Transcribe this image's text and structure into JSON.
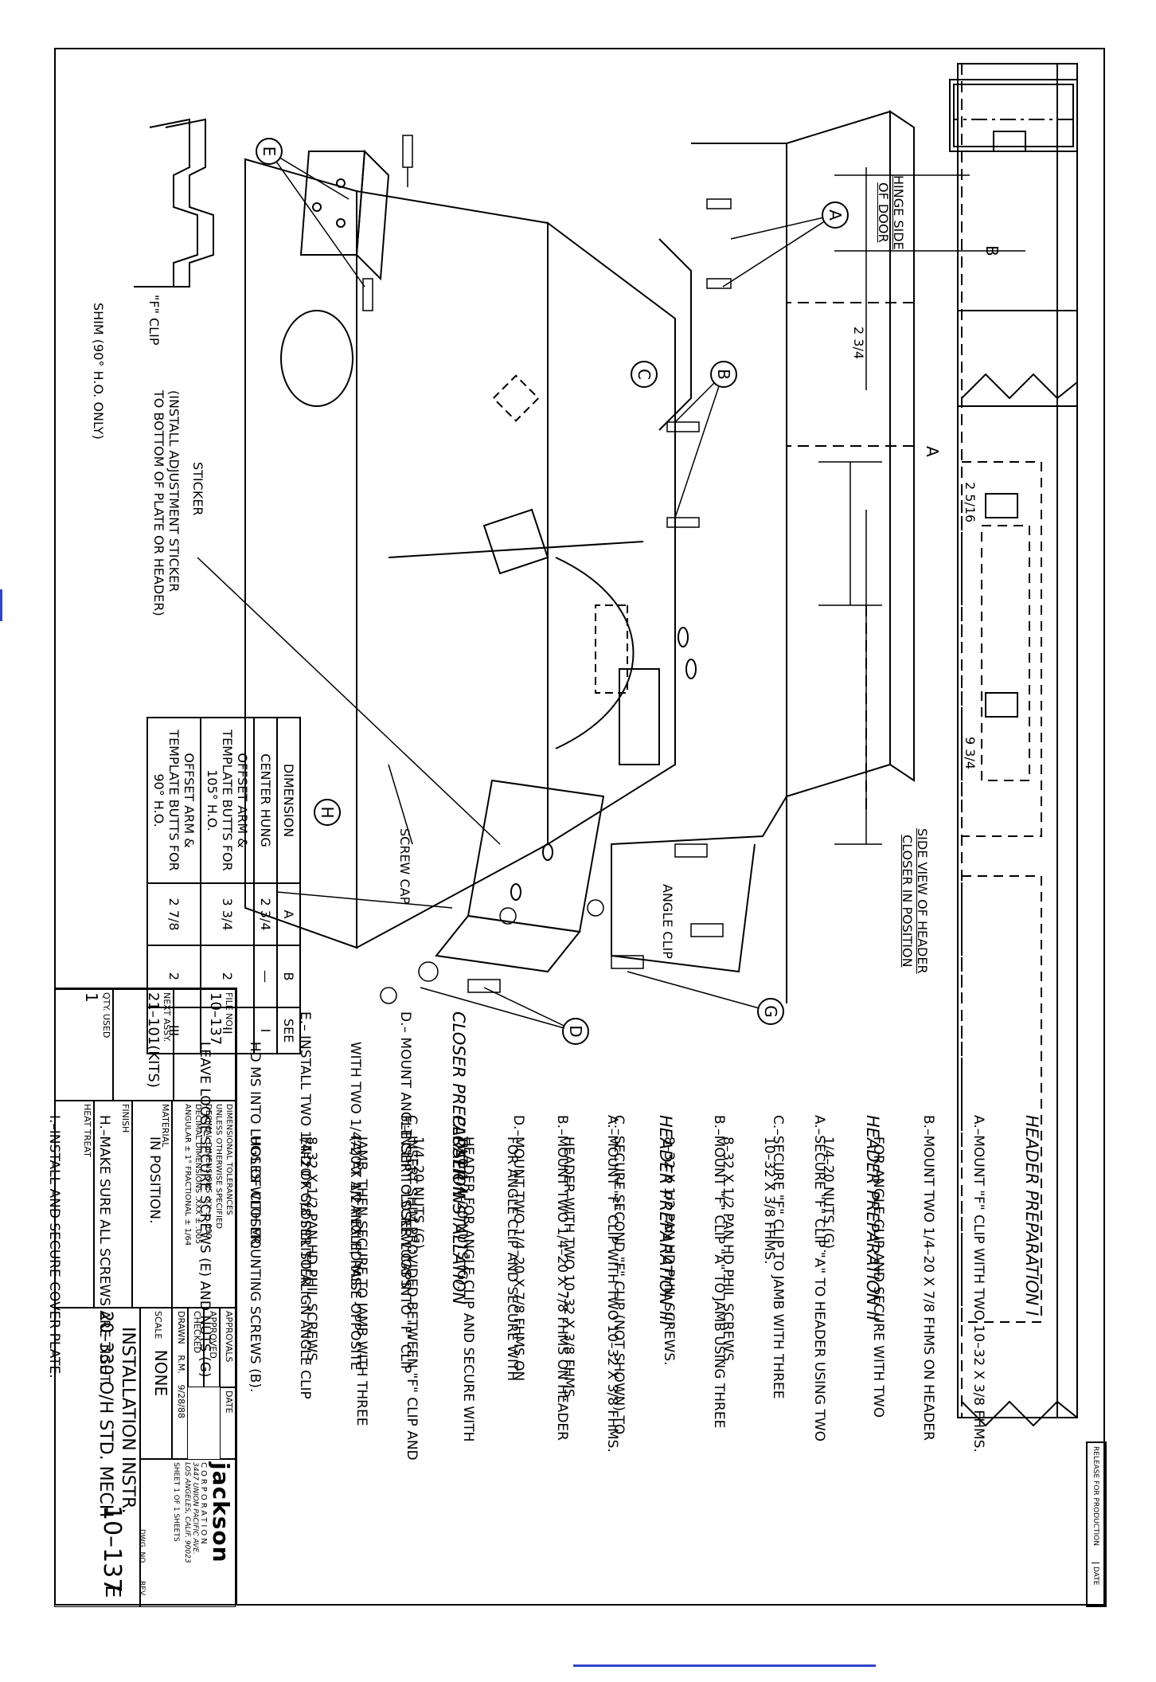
{
  "header_prep_I": {
    "title": "HEADER PREPARATION I",
    "steps": [
      "A.–MOUNT \"F\" CLIP WITH TWO 10–32 X 3/8 FHMS.",
      "B.–MOUNT TWO 1/4–20 X 7/8 FHMS ON HEADER",
      "     FOR ANGLE CLIP AND SECURE WITH TWO",
      "     1/4–20 NUTS (G).",
      "C.–SECURE \"F\" CLIP TO JAMB WITH THREE",
      "     8–32 X 1/2 PAN HD PHIL SCREWS."
    ]
  },
  "header_prep_II": {
    "title": "HEADER PREPARATION II",
    "steps": [
      "A.–SECURE \"F\" CLIP \"A\" TO HEADER USING TWO",
      "     10–32 X 3/8 FHMS.",
      "B.–MOUNT \"F\" CLIP \"A\" TO JAMB USING THREE",
      "     8–32 X 1/2 PAN HD PHIL SCREWS.",
      "C.–SECURE SECOND \"F\" CLIP (NOT SHOWN) TO",
      "     HEADER WITH TWO 10–32 X 3/8 FHMS.",
      "D.–MOUNT TWO 1/4–20 X 7/8 FHMS ON",
      "     HEADER FOR ANGLE CLIP AND SECURE WITH",
      "     1/4–20 NUTS (G)."
    ]
  },
  "header_prep_III": {
    "title": "HEADER PREPARATION III",
    "steps": [
      "A.–MOUNT \"F\" CLIP WITH TWO 10–32 X 3/8 FHMS.",
      "B.–MOUNT TWO 1/4–20 X 7/8 FHMS ON HEADER",
      "     FOR ANGLE CLIP AND SECURE WITH",
      "     TWO 1/4–20 NUTS (G).",
      "C.–INSERT SHIM PROVIDED BETWEEN \"F\" CLIP AND",
      "     JAMB, THEN SECURE TO JAMB WITH THREE",
      "     8–32 X 1/2 PAN HD PHIL SCREWS."
    ]
  },
  "closer_prep": {
    "title": "CLOSER PREPARATION",
    "steps": [
      "D.– MOUNT ANGLE CLIP TO SCREW CAPS",
      "       WITH TWO 1/4–20 X 1/2 HEX HD MS.",
      "E.– INSTALL TWO 1/4–20 X 5/8 FILLISTER",
      "       HD MS INTO LUGS OF CLOSER.",
      "       LEAVE LOOSE."
    ]
  },
  "closer_install": {
    "title": "CLOSER INSTALLATION",
    "steps": [
      "F.–INSERT CLOSER LUGS INTO \"F\" CLIP",
      "     (A) AT AN ANGLE, RAISE OPPOSITE",
      "     END OF CLOSER TO ALIGN ANGLE CLIP",
      "     HOLES WITH MOUNTING SCREWS (B).",
      "G.–SECURE SCREWS (E) AND NUTS (G)",
      "     IN POSITION.",
      "H.–MAKE SURE ALL SCREWS ARE TIGHT.",
      "I.–INSTALL AND SECURE COVER PLATE."
    ]
  },
  "labels": {
    "hinge_side": "HINGE SIDE",
    "of_door": "OF DOOR",
    "side_view_1": "SIDE VIEW OF HEADER",
    "side_view_2": "CLOSER IN POSITION",
    "angle_clip": "ANGLE CLIP",
    "screw_cap": "SCREW CAP",
    "f_clip": "\"F\" CLIP",
    "shim": "SHIM (90° H.O. ONLY)",
    "sticker": "STICKER",
    "sticker_note_1": "(INSTALL ADJUSTMENT STICKER",
    "sticker_note_2": "TO BOTTOM OF PLATE OR HEADER)",
    "dim_b": "B",
    "dim_a": "A",
    "dim_2_3_4": "2 3/4",
    "dim_2_5_16": "2 5/16",
    "dim_9_3_4": "9 3/4"
  },
  "callouts": [
    "A",
    "B",
    "C",
    "D",
    "E",
    "G",
    "H"
  ],
  "dimension_table": {
    "headers": [
      "DIMENSION",
      "A",
      "B",
      "SEE"
    ],
    "rows": [
      [
        "CENTER HUNG",
        "2 3/4",
        "—",
        "I"
      ],
      [
        "OFFSET ARM & TEMPLATE BUTTS FOR 105° H.O.",
        "3 3/4",
        "2",
        "II"
      ],
      [
        "OFFSET ARM & TEMPLATE BUTTS FOR 90° H.O.",
        "2 7/8",
        "2",
        "III"
      ]
    ]
  },
  "title_block": {
    "file_no_label": "FILE NO.",
    "file_no": "10–137",
    "next_assy_label": "NEXT ASSY.",
    "next_assy": "21–101(KITS)",
    "qty_label": "QTY. USED",
    "qty": "1",
    "tolerances_1": "DIMENSIONAL TOLERANCES",
    "tolerances_2": "UNLESS OTHERWISE SPECIFIED",
    "tolerances_3": "DECIMAL DIMENSIONS .XX ± .010",
    "tolerances_4": "DECIMAL DIMENSIONS .XXX ± .005",
    "tolerances_5": "ANGULAR ± 1°  FRACTIONAL ± 1/64",
    "material": "MATERIAL",
    "finish": "FINISH",
    "heat_treat": "HEAT TREAT",
    "approvals": "APPROVALS",
    "date": "DATE",
    "approved": "APPROVED",
    "checked": "CHECKED",
    "drawn": "DRAWN",
    "drawn_by": "R.M.",
    "drawn_date": "9/28/88",
    "scale_label": "SCALE",
    "scale": "NONE",
    "title_1": "INSTALLATION INSTR.",
    "title_2": "20–330 O/H STD. MECH",
    "company": "jackson",
    "company_sub": "CORPORATION",
    "address_1": "3447 UNION PACIFIC AVE.",
    "address_2": "LOS ANGELES, CALIF. 90023",
    "sheet": "SHEET 1 OF 1 SHEETS",
    "dwg_no_label": "DWG. NO.",
    "dwg_no": "10–137",
    "rev_label": "REV.",
    "rev": "E",
    "release": "RELEASE FOR PRODUCTION",
    "release_date": "DATE"
  }
}
